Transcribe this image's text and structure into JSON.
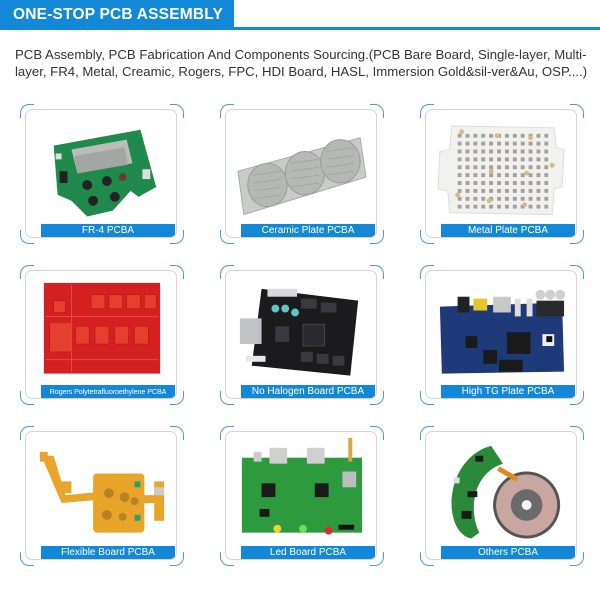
{
  "header": {
    "title": "ONE-STOP PCB ASSEMBLY",
    "accent_color": "#1388d6"
  },
  "intro": {
    "text": "PCB Assembly, PCB Fabrication And Components Sourcing.(PCB Bare Board, Single-layer, Multi-layer, FR4, Metal, Creamic, Rogers, FPC, HDI Board, HASL, Immersion Gold&sil-ver&Au, OSP....)"
  },
  "products": [
    {
      "label": "FR-4 PCBA",
      "image": "green-pcb-with-lcd-and-buttons"
    },
    {
      "label": "Ceramic Plate PCBA",
      "image": "gray-ceramic-plate-three-pads"
    },
    {
      "label": "Metal Plate PCBA",
      "image": "white-metal-led-plate-grid"
    },
    {
      "label": "Rogers Polytetrafluoroethylene PCBA",
      "image": "red-rogers-pcb"
    },
    {
      "label": "No Halogen Board PCBA",
      "image": "black-controller-board"
    },
    {
      "label": "High TG Plate PCBA",
      "image": "blue-board-with-ports"
    },
    {
      "label": "Flexible Board PCBA",
      "image": "yellow-flex-pcb"
    },
    {
      "label": "Led Board PCBA",
      "image": "green-board-with-leds"
    },
    {
      "label": "Others PCBA",
      "image": "wireless-charger-coil-board"
    }
  ]
}
